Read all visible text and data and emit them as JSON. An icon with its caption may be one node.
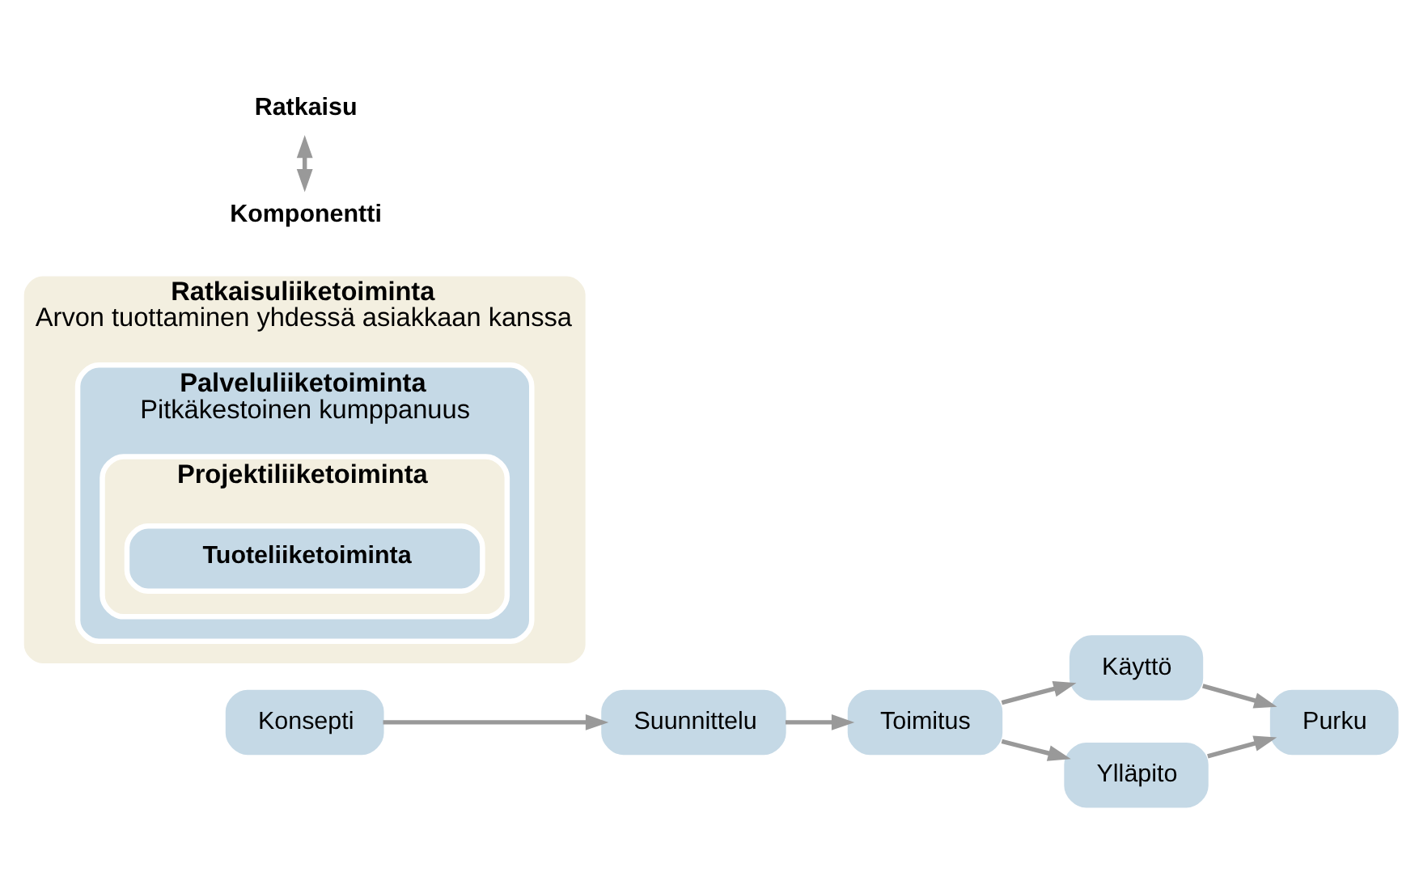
{
  "diagram": {
    "nodes": [
      {
        "text": [
          "Konsepti"
        ]
      },
      {
        "text": [
          "Suunnittelu"
        ]
      },
      {
        "text": [
          "Toimitus"
        ]
      },
      {
        "text": [
          "Käyttö"
        ]
      },
      {
        "text": [
          "Ylläpito"
        ]
      },
      {
        "text": [
          "Purku"
        ]
      },
      {
        "text": [
          "Ratkaisuliiketoiminta",
          "Arvon tuottaminen yhdessä asiakkaan kanssa"
        ]
      },
      {
        "text": [
          "Palveluliiketoiminta",
          "Pitkäkestoinen kumppanuus"
        ],
        "in": 6
      },
      {
        "text": [
          "Projektiliiketoiminta"
        ],
        "in": 7
      },
      {
        "text": [
          "Tuoteliiketoiminta"
        ],
        "in": 8
      },
      {
        "text": [
          "Ratkaisu"
        ]
      },
      {
        "text": [
          "Komponentti"
        ]
      }
    ],
    "edges": [
      {
        "from": 0,
        "to": 1,
        "arrow": "to"
      },
      {
        "from": 1,
        "to": 2,
        "arrow": "to"
      },
      {
        "from": 2,
        "to": 3,
        "arrow": "to"
      },
      {
        "from": 2,
        "to": 4,
        "arrow": "to"
      },
      {
        "from": 3,
        "to": 5,
        "arrow": "to"
      },
      {
        "from": 4,
        "to": 5,
        "arrow": "to"
      },
      {
        "from": 10,
        "to": 11,
        "arrow": "both"
      }
    ]
  }
}
